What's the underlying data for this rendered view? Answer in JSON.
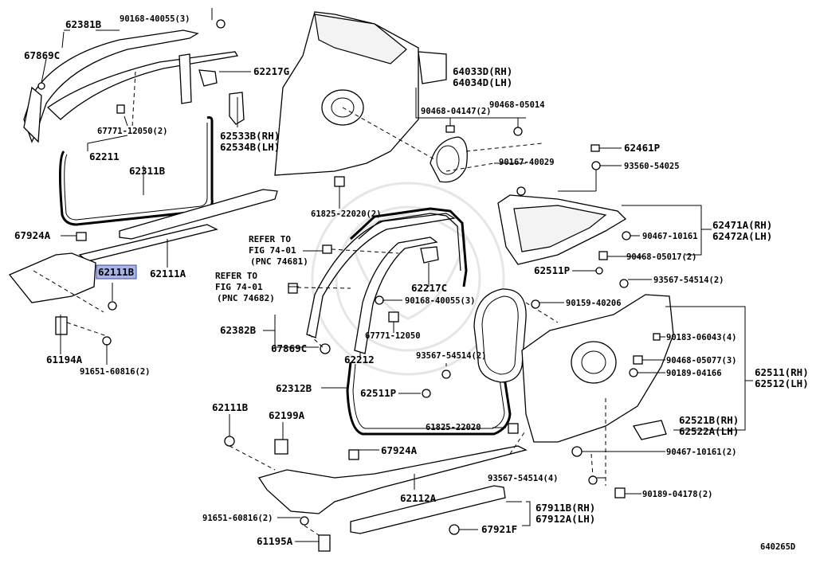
{
  "diagram": {
    "code": "640265D",
    "highlighted_part": "62111B",
    "labels": {
      "p62381B": "62381B",
      "p67869C_top": "67869C",
      "p90168_40055_3_top": "90168-40055(3)",
      "p62217G": "62217G",
      "p67771_12050_2": "67771-12050(2)",
      "p62211": "62211",
      "p62533B": "62533B(RH)",
      "p62534B": "62534B(LH)",
      "p62311B": "62311B",
      "p67924A_top": "67924A",
      "p62111A": "62111A",
      "p62111B_hl": "62111B",
      "p61194A": "61194A",
      "p91651_60816_2_top": "91651-60816(2)",
      "p64033D": "64033D(RH)",
      "p64034D": "64034D(LH)",
      "p90468_04147_2": "90468-04147(2)",
      "p90468_05014": "90468-05014",
      "p90167_40029": "90167-40029",
      "p61825_22020_2": "61825-22020(2)",
      "p62461P": "62461P",
      "p93560_54025": "93560-54025",
      "p62471A": "62471A(RH)",
      "p62472A": "62472A(LH)",
      "p90467_10161": "90467-10161",
      "p90468_05017_2": "90468-05017(2)",
      "p62511P_top": "62511P",
      "p93567_54514_2_top": "93567-54514(2)",
      "p90159_40206": "90159-40206",
      "p90183_06043_4": "90183-06043(4)",
      "p90468_05077_3": "90468-05077(3)",
      "p90189_04166": "90189-04166",
      "p62511": "62511(RH)",
      "p62512": "62512(LH)",
      "p62521B": "62521B(RH)",
      "p62522A": "62522A(LH)",
      "p90467_10161_2": "90467-10161(2)",
      "p93567_54514_4": "93567-54514(4)",
      "p90189_04178_2": "90189-04178(2)",
      "p67911B": "67911B(RH)",
      "p67912A": "67912A(LH)",
      "p67921F": "67921F",
      "p62112A": "62112A",
      "p67924A_bot": "67924A",
      "p62199A": "62199A",
      "p62111B_bot": "62111B",
      "p91651_60816_2_bot": "91651-60816(2)",
      "p61195A": "61195A",
      "p61825_22020": "61825-22020",
      "p62511P_mid": "62511P",
      "p93567_54514_2_mid": "93567-54514(2)",
      "p62312B": "62312B",
      "p62382B": "62382B",
      "p67869C_mid": "67869C",
      "p62212": "62212",
      "p67771_12050": "67771-12050",
      "p90168_40055_3_mid": "90168-40055(3)",
      "p62217C": "62217C",
      "ref1_a": "REFER TO",
      "ref1_b": "FIG 74-01",
      "ref1_c": "(PNC 74681)",
      "ref2_a": "REFER TO",
      "ref2_b": "FIG 74-01",
      "ref2_c": "(PNC 74682)"
    }
  }
}
